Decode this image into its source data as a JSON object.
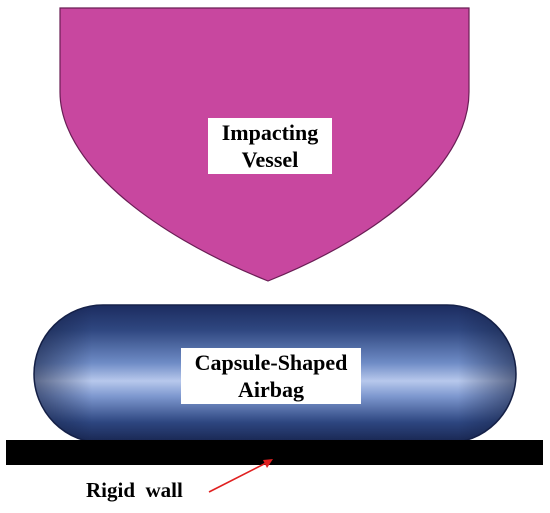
{
  "colors": {
    "vessel": "#c8479f",
    "vessel_outline": "#5a1646",
    "airbag_dark": "#1a2a5c",
    "airbag_mid": "#3f5a96",
    "airbag_light": "#b7c8ec",
    "wall": "#000000",
    "pointer": "#e02020"
  },
  "labels": {
    "vessel": [
      "Impacting",
      "Vessel"
    ],
    "airbag": [
      "Capsule-Shaped",
      "Airbag"
    ],
    "wall": "Rigid  wall"
  }
}
